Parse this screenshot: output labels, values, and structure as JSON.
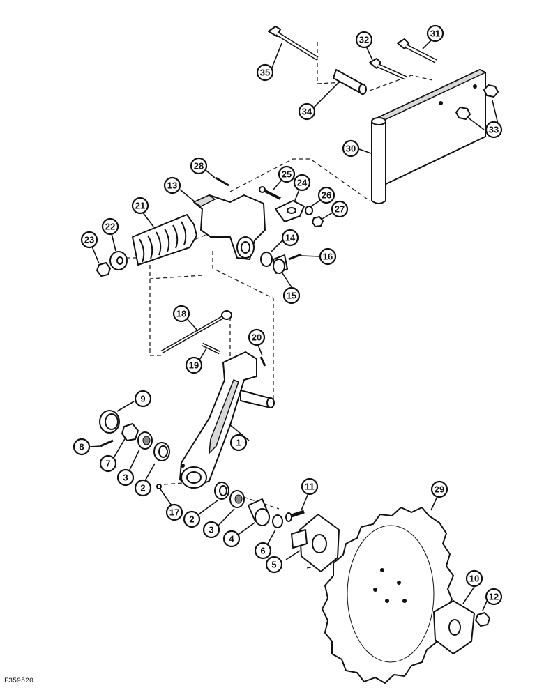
{
  "figure_code": "F359520",
  "callouts": [
    {
      "label": "1"
    },
    {
      "label": "2"
    },
    {
      "label": "2"
    },
    {
      "label": "3"
    },
    {
      "label": "3"
    },
    {
      "label": "4"
    },
    {
      "label": "5"
    },
    {
      "label": "6"
    },
    {
      "label": "7"
    },
    {
      "label": "8"
    },
    {
      "label": "9"
    },
    {
      "label": "10"
    },
    {
      "label": "11"
    },
    {
      "label": "12"
    },
    {
      "label": "13"
    },
    {
      "label": "14"
    },
    {
      "label": "15"
    },
    {
      "label": "16"
    },
    {
      "label": "17"
    },
    {
      "label": "18"
    },
    {
      "label": "19"
    },
    {
      "label": "20"
    },
    {
      "label": "21"
    },
    {
      "label": "22"
    },
    {
      "label": "23"
    },
    {
      "label": "24"
    },
    {
      "label": "25"
    },
    {
      "label": "26"
    },
    {
      "label": "27"
    },
    {
      "label": "28"
    },
    {
      "label": "29"
    },
    {
      "label": "30"
    },
    {
      "label": "31"
    },
    {
      "label": "32"
    },
    {
      "label": "33"
    },
    {
      "label": "34"
    },
    {
      "label": "35"
    }
  ]
}
